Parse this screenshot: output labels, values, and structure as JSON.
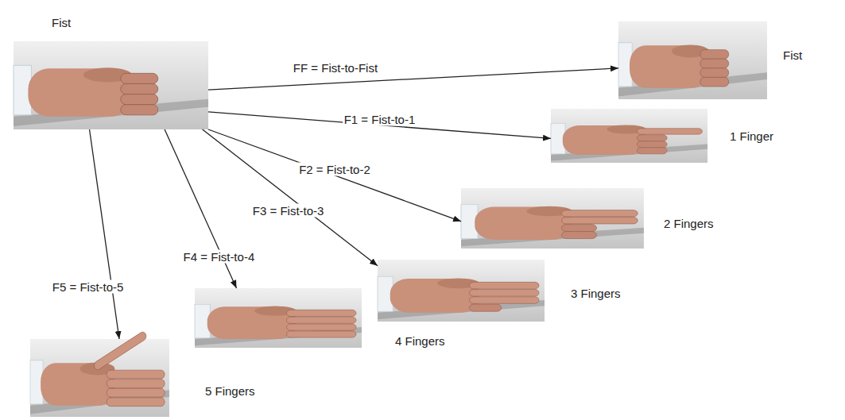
{
  "diagram": {
    "nodes": [
      {
        "text": [
          "Fist"
        ]
      },
      {
        "text": [
          "Fist"
        ]
      },
      {
        "text": [
          "1 Finger"
        ]
      },
      {
        "text": [
          "2 Fingers"
        ]
      },
      {
        "text": [
          "3 Fingers"
        ]
      },
      {
        "text": [
          "4 Fingers"
        ]
      },
      {
        "text": [
          "5 Fingers"
        ]
      }
    ],
    "edges": [
      {
        "from": 0,
        "to": 1,
        "arrow": "to",
        "label": "FF = Fist-to-Fist"
      },
      {
        "from": 0,
        "to": 2,
        "arrow": "to",
        "label": "F1 = Fist-to-1"
      },
      {
        "from": 0,
        "to": 3,
        "arrow": "to",
        "label": "F2 = Fist-to-2"
      },
      {
        "from": 0,
        "to": 4,
        "arrow": "to",
        "label": "F3 = Fist-to-3"
      },
      {
        "from": 0,
        "to": 5,
        "arrow": "to",
        "label": "F4 = Fist-to-4"
      },
      {
        "from": 0,
        "to": 6,
        "arrow": "to",
        "label": "F5 = Fist-to-5"
      }
    ]
  }
}
